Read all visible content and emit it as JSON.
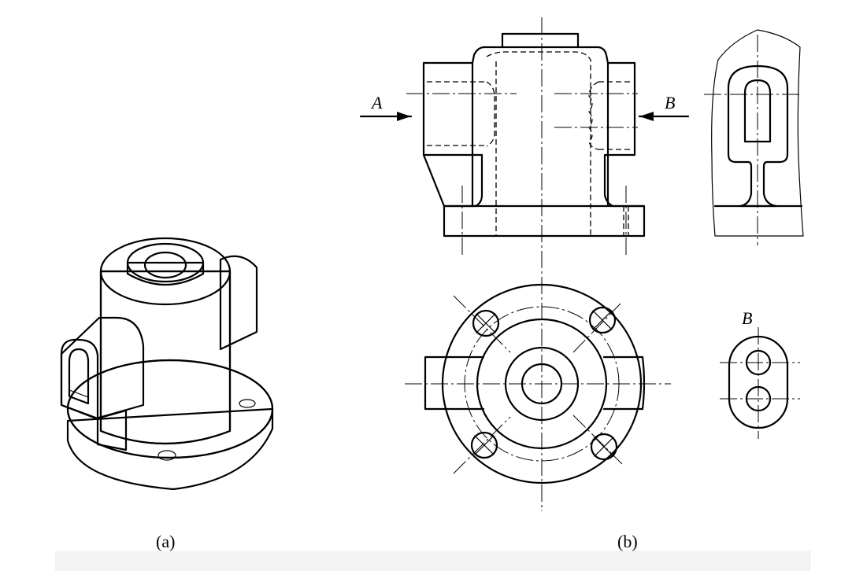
{
  "figure": {
    "labels": {
      "part_a": "(a)",
      "part_b": "(b)",
      "view_a": "A",
      "view_b": "B",
      "view_b_title": "B"
    }
  },
  "colors": {
    "ink": "#000000",
    "paper": "#ffffff",
    "bottom_strip": "#f4f4f4"
  }
}
